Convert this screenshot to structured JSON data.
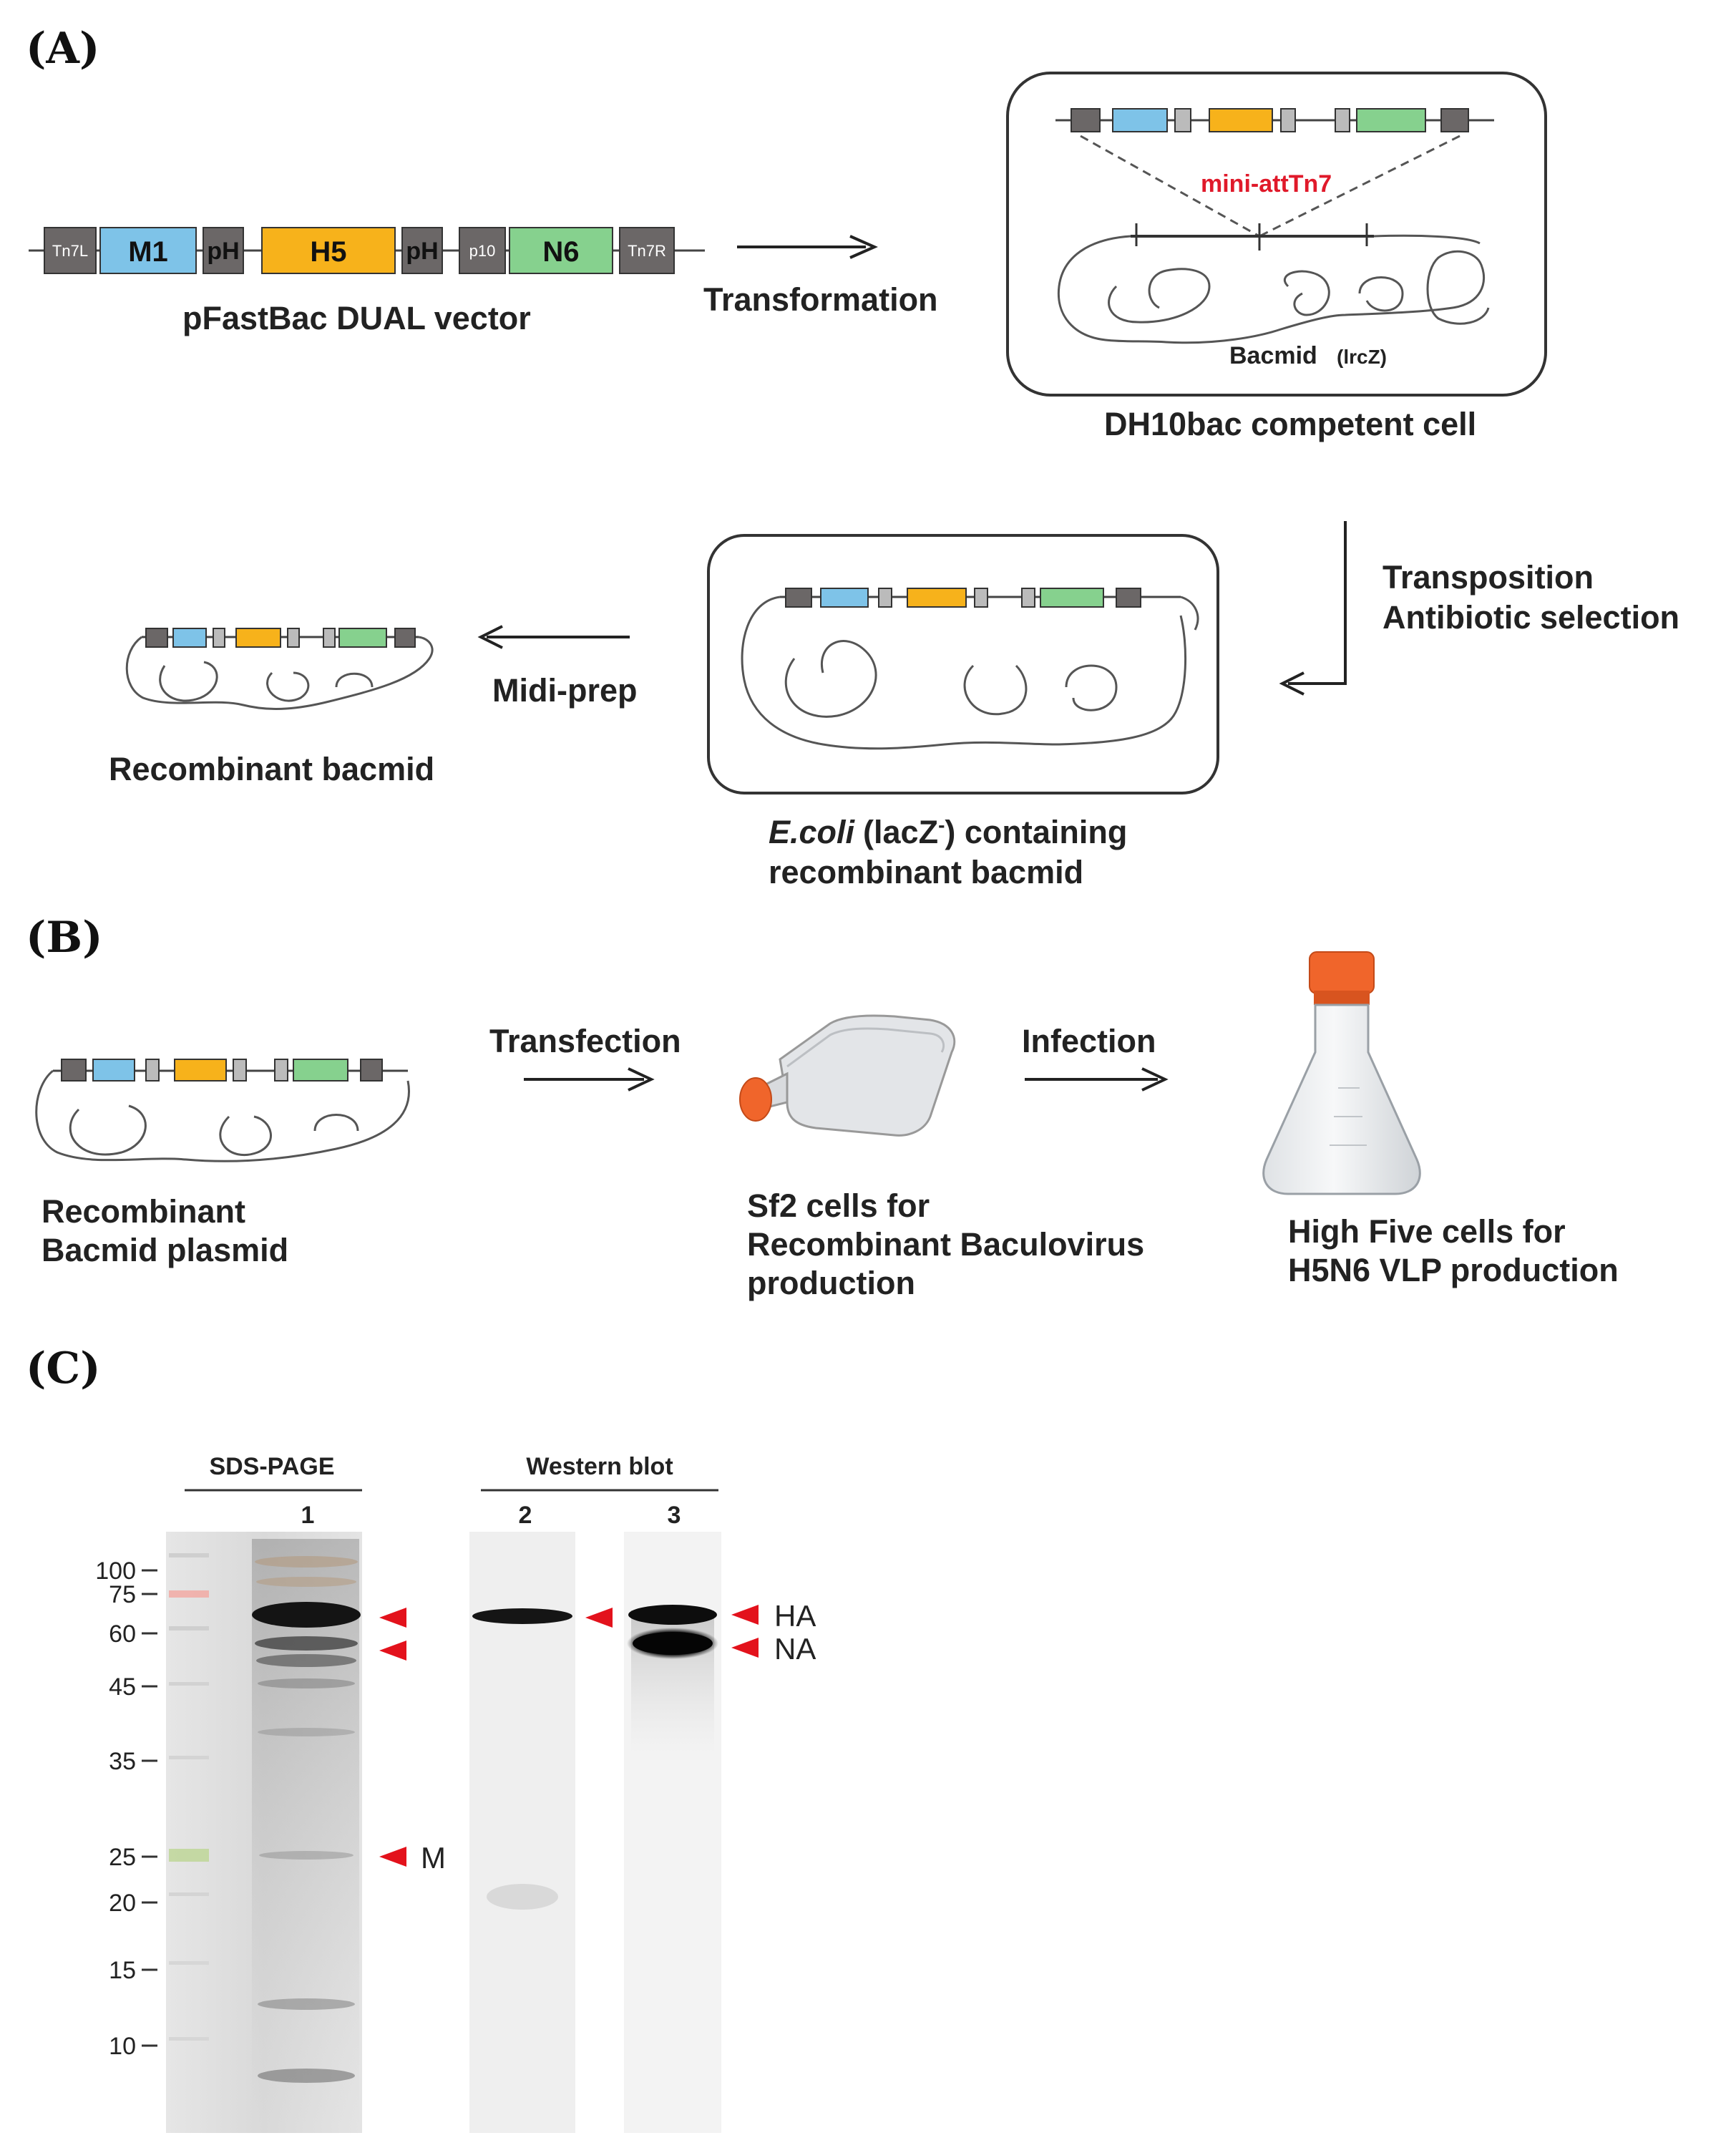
{
  "panels": {
    "a": "(A)",
    "b": "(B)",
    "c": "(C)"
  },
  "panel_a": {
    "vector_genes": {
      "tn7l": "Tn7L",
      "m1": "M1",
      "ph1": "pH",
      "h5": "H5",
      "ph2": "pH",
      "p10": "p10",
      "n6": "N6",
      "tn7r": "Tn7R"
    },
    "vector_label": "pFastBac DUAL vector",
    "transformation": "Transformation",
    "mini_att": "mini-attTn7",
    "bacmid": "Bacmid",
    "bacmid_suffix": "(lrcZ)",
    "competent_cell": "DH10bac competent cell",
    "transposition": "Transposition",
    "antibiotic": "Antibiotic selection",
    "midiprep": "Midi-prep",
    "recombinant_bacmid": "Recombinant bacmid",
    "ecoli_italic": "E.coli",
    "ecoli_rest_a": "(lacZ",
    "ecoli_sup": "-",
    "ecoli_rest_b": ") containing",
    "ecoli_line2": "recombinant bacmid"
  },
  "panel_b": {
    "plasmid_line1": "Recombinant",
    "plasmid_line2": "Bacmid plasmid",
    "transfection": "Transfection",
    "infection": "Infection",
    "sf_line1": "Sf2 cells for",
    "sf_line2": "Recombinant Baculovirus",
    "sf_line3": "production",
    "hf_line1": "High Five cells for",
    "hf_line2": "H5N6 VLP production"
  },
  "panel_c": {
    "sds_header": "SDS-PAGE",
    "wb_header": "Western blot",
    "lanes": [
      "1",
      "2",
      "3"
    ],
    "markers": [
      "100",
      "75",
      "60",
      "45",
      "35",
      "25",
      "20",
      "15",
      "10"
    ],
    "band_labels": {
      "ha": "HA",
      "na": "NA",
      "m": "M"
    }
  },
  "colors": {
    "m1": "#7ec3e8",
    "h5": "#f7b21b",
    "n6": "#86d18e",
    "element": "#6b6767",
    "arrowhead": "#e3121c",
    "highlight": "#e0192a"
  }
}
